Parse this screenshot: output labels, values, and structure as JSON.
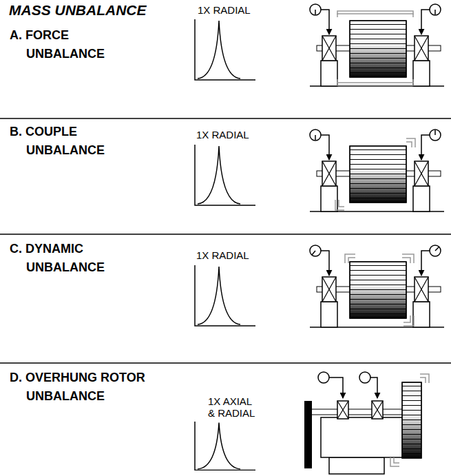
{
  "diagram": {
    "title": "MASS UNBALANCE",
    "labels": [
      "A. FORCE UNBALANCE",
      "1X RADIAL",
      "B. COUPLE UNBALANCE",
      "1X RADIAL",
      "C. DYNAMIC UNBALANCE",
      "1X RADIAL",
      "D. OVERHUNG ROTOR UNBALANCE",
      "1X AXIAL & RADIAL"
    ]
  }
}
